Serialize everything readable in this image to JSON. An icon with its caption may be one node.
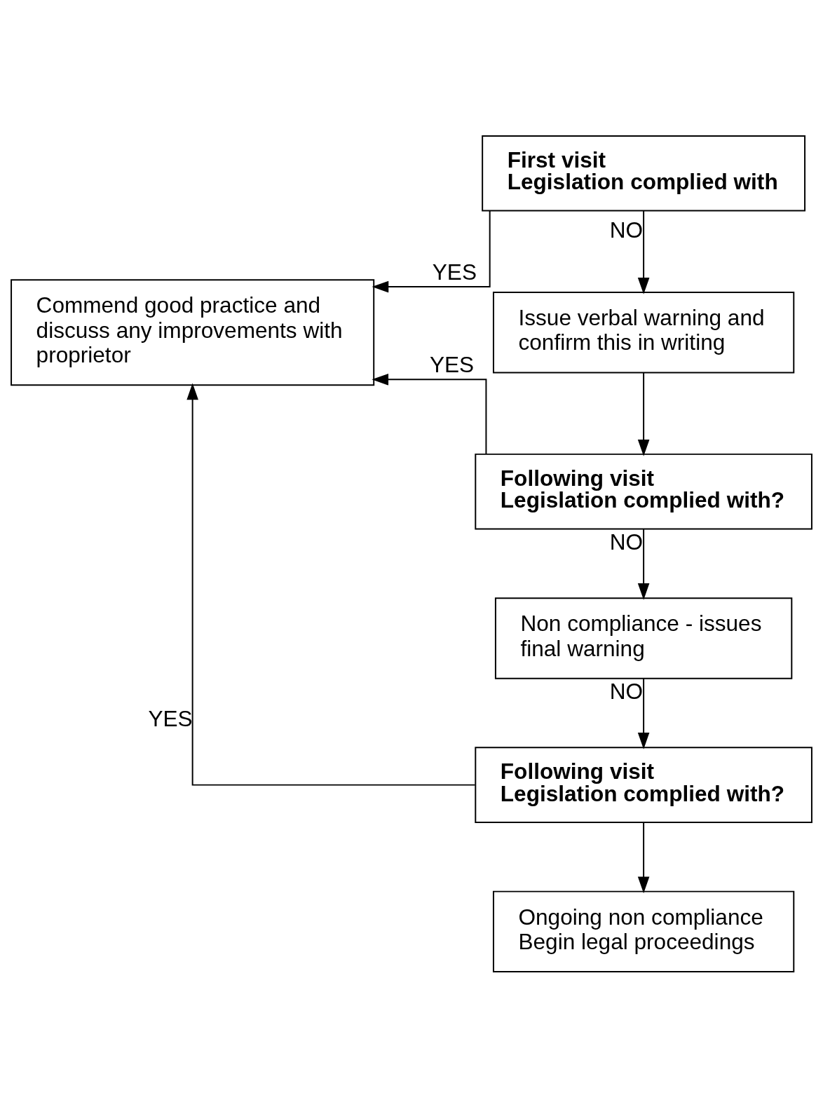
{
  "diagram": {
    "nodes": [
      {
        "text": [
          "First visit",
          "Legislation complied with"
        ]
      },
      {
        "text": [
          "Commend good practice and discuss any improvements with proprietor"
        ]
      },
      {
        "text": [
          "Issue verbal warning and confirm this in writing"
        ]
      },
      {
        "text": [
          "Following visit",
          "Legislation complied with?"
        ]
      },
      {
        "text": [
          "Non compliance - issues final warning"
        ]
      },
      {
        "text": [
          "Following visit",
          "Legislation complied with?"
        ]
      },
      {
        "text": [
          "Ongoing non compliance",
          "Begin legal proceedings"
        ]
      }
    ],
    "edges": [
      {
        "from": 0,
        "to": 1,
        "arrow": "to",
        "label": "YES"
      },
      {
        "from": 0,
        "to": 2,
        "arrow": "to",
        "label": "NO"
      },
      {
        "from": 2,
        "to": 3,
        "arrow": "to"
      },
      {
        "from": 3,
        "to": 1,
        "arrow": "to",
        "label": "YES"
      },
      {
        "from": 3,
        "to": 4,
        "arrow": "to",
        "label": "NO"
      },
      {
        "from": 4,
        "to": 5,
        "arrow": "to",
        "label": "NO"
      },
      {
        "from": 5,
        "to": 1,
        "arrow": "to",
        "label": "YES"
      },
      {
        "from": 5,
        "to": 6,
        "arrow": "to"
      }
    ]
  }
}
